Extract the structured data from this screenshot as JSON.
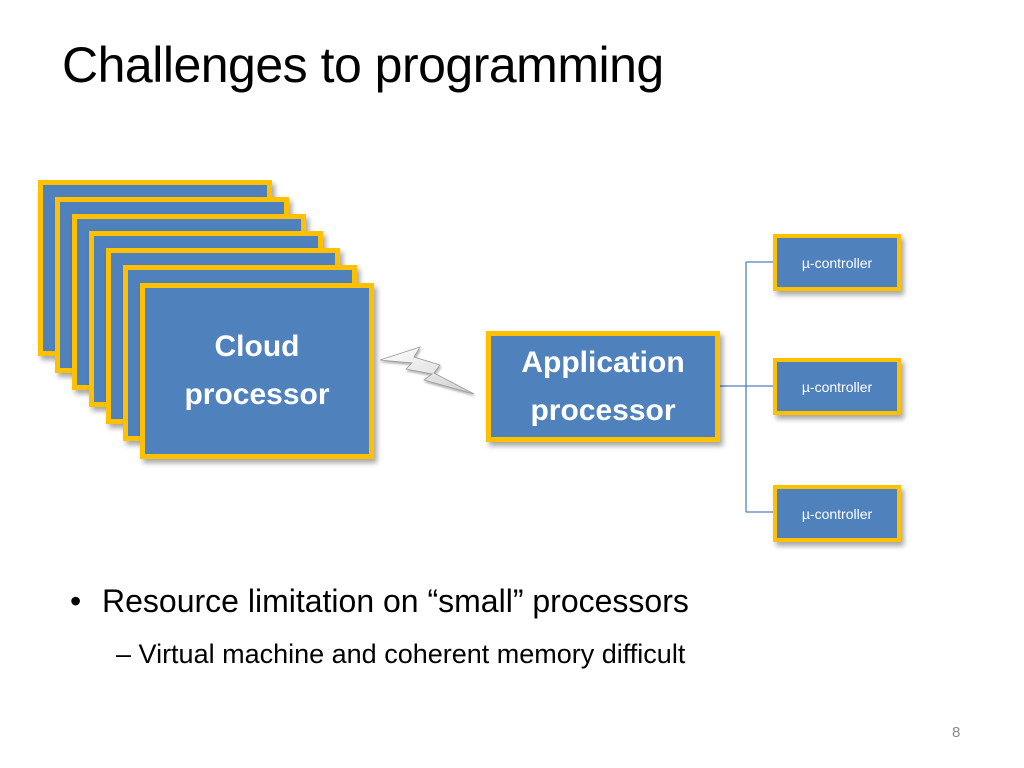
{
  "slide": {
    "title": "Challenges to programming",
    "page_number": "8"
  },
  "diagram": {
    "cloud_label_line1": "Cloud",
    "cloud_label_line2": "processor",
    "cloud_stack_count": 7,
    "app_label_line1": "Application",
    "app_label_line2": "processor",
    "controllers": [
      "µ-controller",
      "µ-controller",
      "µ-controller"
    ],
    "link_icon": "lightning-bolt-icon",
    "colors": {
      "box_fill": "#4f81bd",
      "box_border": "#ffc000",
      "connector": "#4f81bd",
      "text": "#ffffff"
    }
  },
  "bullets": [
    {
      "marker": "•",
      "text": "Resource limitation on “small” processors",
      "sub": [
        {
          "marker": "–",
          "text": "Virtual machine and coherent memory difficult"
        }
      ]
    }
  ]
}
